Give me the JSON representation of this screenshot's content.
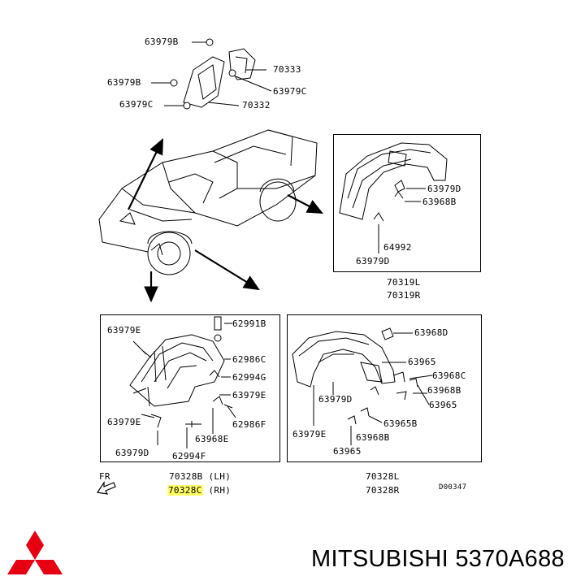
{
  "labels": {
    "top": {
      "a": "63979B",
      "b": "63979B",
      "c": "63979C",
      "d": "70333",
      "e": "63979C",
      "f": "70332"
    },
    "rear_box": {
      "a": "63979D",
      "b": "63968B",
      "c": "64992",
      "d": "63979D",
      "cap1": "70319L",
      "cap2": "70319R"
    },
    "front_box": {
      "a": "63979E",
      "b": "62991B",
      "c": "62986C",
      "d": "62994G",
      "e": "63979E",
      "f": "63979E",
      "g": "62986F",
      "h": "63968E",
      "i": "63979D",
      "j": "62994F",
      "cap1": "70328B (LH)",
      "cap2": "70328C",
      "cap2_suffix": "(RH)"
    },
    "mid_box": {
      "a": "63968D",
      "b": "63965",
      "c": "63968C",
      "d": "63979D",
      "e": "63968B",
      "f": "63965",
      "g": "63965B",
      "h": "63979E",
      "i": "63968B",
      "j": "63965",
      "cap1": "70328L",
      "cap2": "70328R"
    },
    "fr": "FR",
    "code": "D00347"
  },
  "brand": "MITSUBISHI 5370A688",
  "colors": {
    "highlight": "#ffff66",
    "logo_red": "#e60012",
    "ink": "#000000"
  },
  "icons": {
    "logo": "mitsubishi-three-diamonds-logo",
    "fr_arrow": "front-direction-arrow-icon"
  }
}
